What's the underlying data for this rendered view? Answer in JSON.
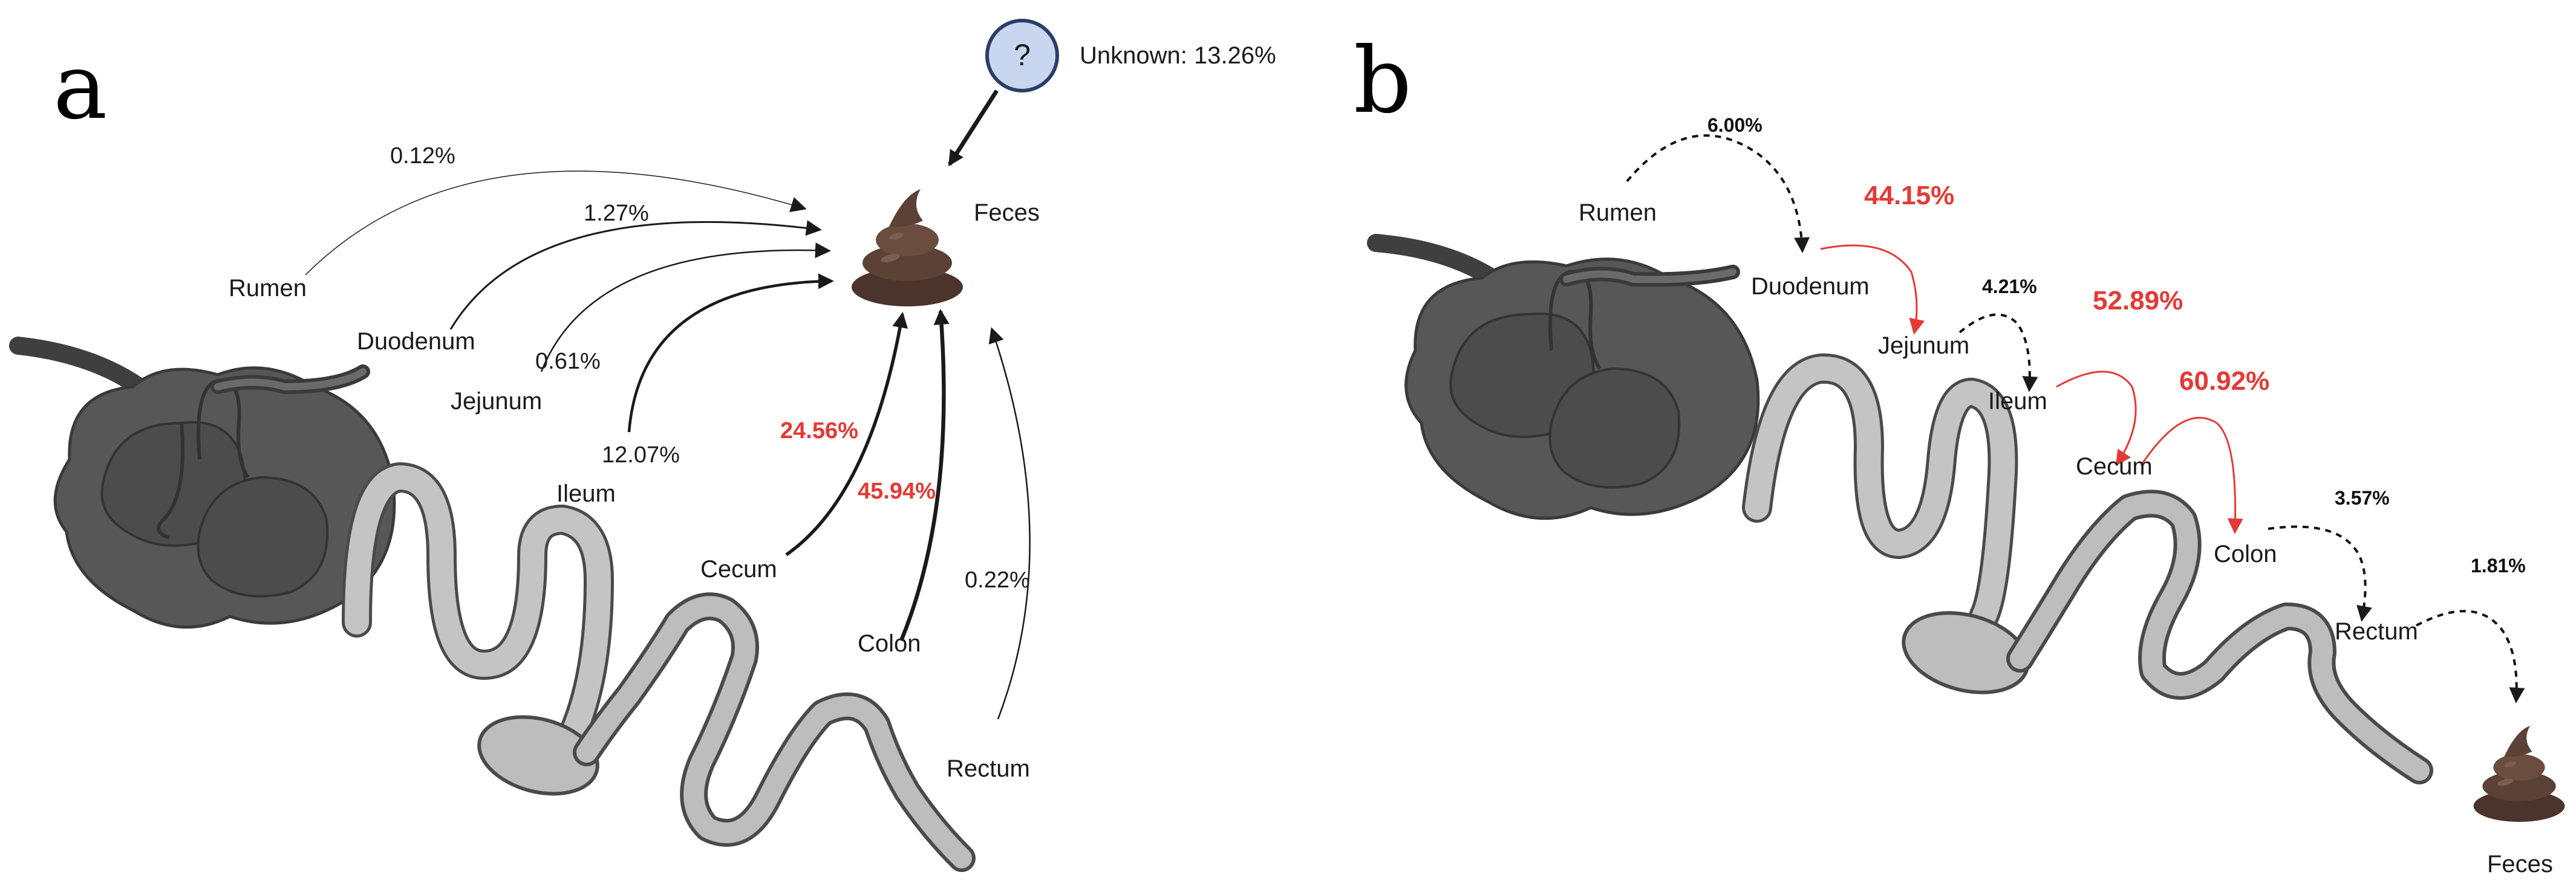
{
  "panel_a": {
    "letter": "a",
    "unknown_symbol": "?",
    "unknown_label": "Unknown: 13.26%",
    "labels": {
      "feces": "Feces",
      "rumen": "Rumen",
      "duodenum": "Duodenum",
      "jejunum": "Jejunum",
      "ileum": "Ileum",
      "cecum": "Cecum",
      "colon": "Colon",
      "rectum": "Rectum"
    },
    "contributions": {
      "rumen": "0.12%",
      "duodenum": "1.27%",
      "jejunum": "0.61%",
      "ileum": "12.07%",
      "cecum": "24.56%",
      "colon": "45.94%",
      "rectum": "0.22%"
    }
  },
  "panel_b": {
    "letter": "b",
    "labels": {
      "rumen": "Rumen",
      "duodenum": "Duodenum",
      "jejunum": "Jejunum",
      "ileum": "Ileum",
      "cecum": "Cecum",
      "colon": "Colon",
      "rectum": "Rectum",
      "feces": "Feces"
    },
    "transitions": {
      "rumen_duodenum": "6.00%",
      "duodenum_jejunum": "44.15%",
      "jejunum_ileum": "4.21%",
      "ileum_cecum": "52.89%",
      "cecum_colon": "60.92%",
      "colon_rectum": "3.57%",
      "rectum_feces": "1.81%"
    }
  },
  "colors": {
    "highlight": "#e53935",
    "text": "#1a1a1a",
    "organ_dark": "#575757",
    "intestine_fill": "#c4c4c4",
    "feces_brown": "#5b4136",
    "unknown_fill": "#c9d6ef"
  },
  "icons": [
    "unknown-question-icon",
    "feces-icon",
    "rumen-stomach-icon",
    "intestine-icon"
  ]
}
